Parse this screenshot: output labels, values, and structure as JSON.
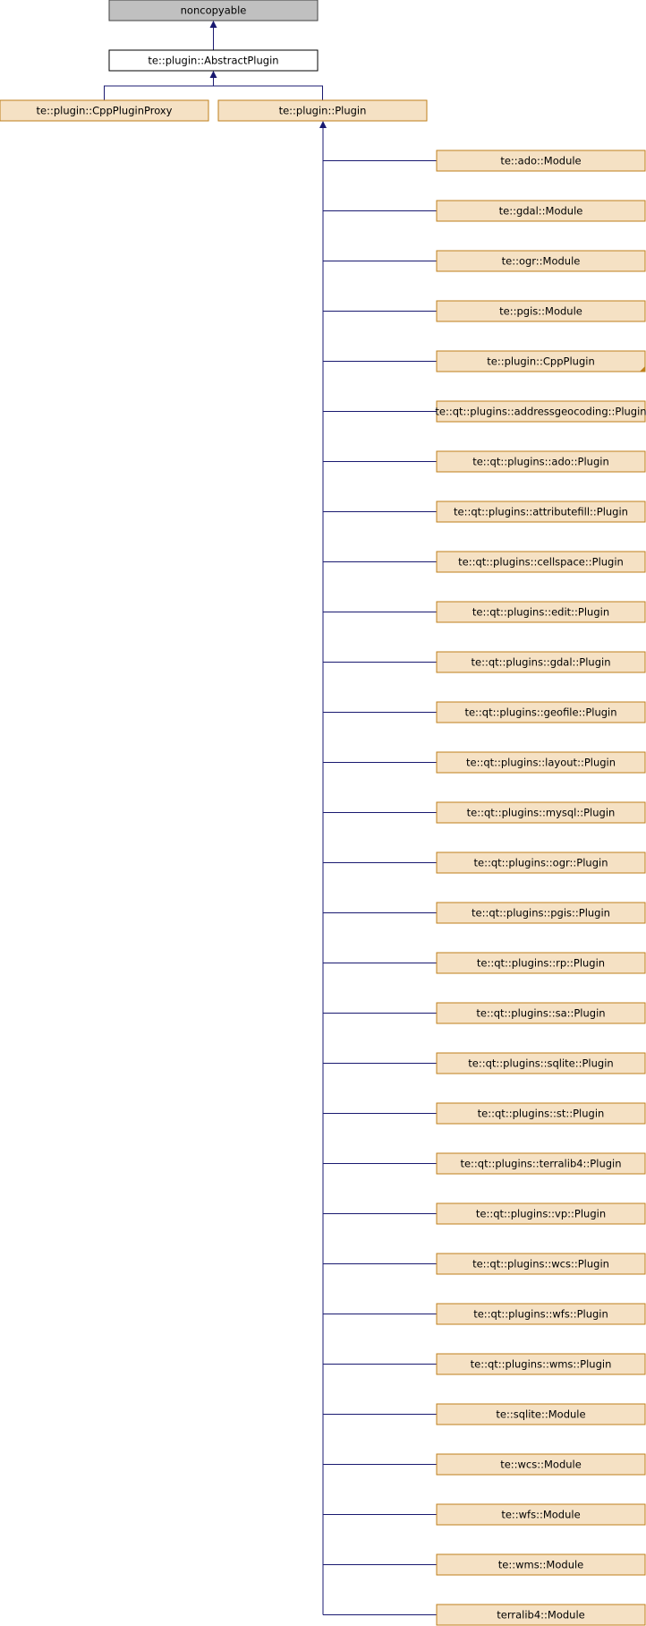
{
  "colors": {
    "root_fill": "#c0c0c0",
    "root_stroke": "#404040",
    "focus_fill": "#ffffff",
    "focus_stroke": "#000000",
    "node_fill": "#f5e1c4",
    "node_stroke": "#bf7f1b",
    "edge": "#191970"
  },
  "nodes": {
    "root": "noncopyable",
    "abstract_plugin": "te::plugin::AbstractPlugin",
    "cpp_plugin_proxy": "te::plugin::CppPluginProxy",
    "plugin": "te::plugin::Plugin"
  },
  "derived_classes": [
    "te::ado::Module",
    "te::gdal::Module",
    "te::ogr::Module",
    "te::pgis::Module",
    "te::plugin::CppPlugin",
    "te::qt::plugins::addressgeocoding::Plugin",
    "te::qt::plugins::ado::Plugin",
    "te::qt::plugins::attributefill::Plugin",
    "te::qt::plugins::cellspace::Plugin",
    "te::qt::plugins::edit::Plugin",
    "te::qt::plugins::gdal::Plugin",
    "te::qt::plugins::geofile::Plugin",
    "te::qt::plugins::layout::Plugin",
    "te::qt::plugins::mysql::Plugin",
    "te::qt::plugins::ogr::Plugin",
    "te::qt::plugins::pgis::Plugin",
    "te::qt::plugins::rp::Plugin",
    "te::qt::plugins::sa::Plugin",
    "te::qt::plugins::sqlite::Plugin",
    "te::qt::plugins::st::Plugin",
    "te::qt::plugins::terralib4::Plugin",
    "te::qt::plugins::vp::Plugin",
    "te::qt::plugins::wcs::Plugin",
    "te::qt::plugins::wfs::Plugin",
    "te::qt::plugins::wms::Plugin",
    "te::sqlite::Module",
    "te::wcs::Module",
    "te::wfs::Module",
    "te::wms::Module",
    "terralib4::Module"
  ],
  "truncated_marker_on": "te::plugin::CppPlugin"
}
